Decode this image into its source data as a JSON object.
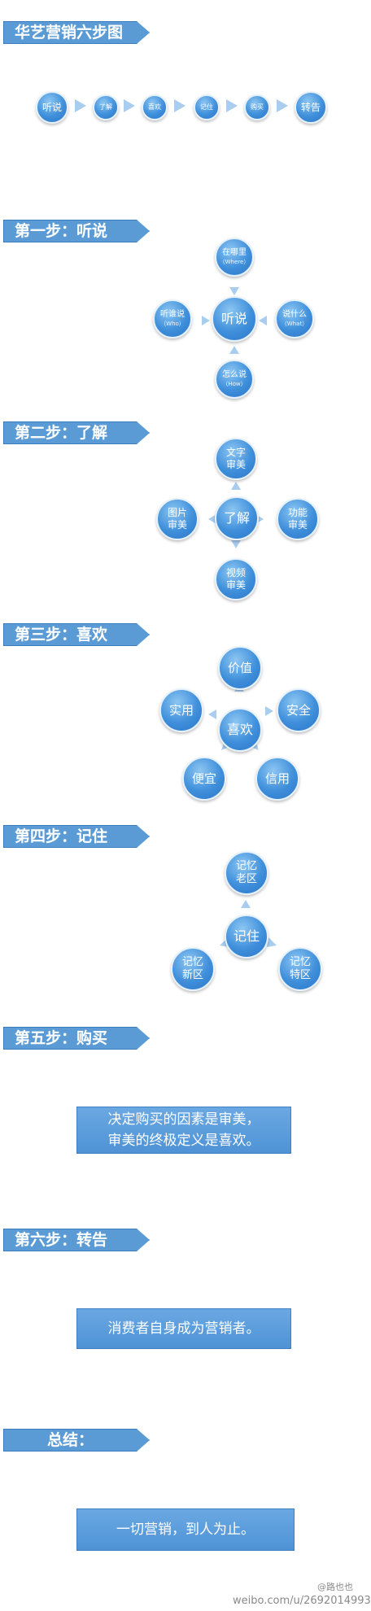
{
  "title": "华艺营销六步图",
  "flow": [
    "听说",
    "了解",
    "喜欢",
    "记住",
    "购买",
    "转告"
  ],
  "step1": {
    "heading": "第一步：听说",
    "center": "听说",
    "top": {
      "line1": "在哪里",
      "line2": "（Where）"
    },
    "left": {
      "line1": "听谁说",
      "line2": "（Who）"
    },
    "right": {
      "line1": "说什么",
      "line2": "（What）"
    },
    "bottom": {
      "line1": "怎么说",
      "line2": "（How）"
    }
  },
  "step2": {
    "heading": "第二步：了解",
    "center": "了解",
    "top": {
      "line1": "文字",
      "line2": "审美"
    },
    "left": {
      "line1": "图片",
      "line2": "审美"
    },
    "right": {
      "line1": "功能",
      "line2": "审美"
    },
    "bottom": {
      "line1": "视频",
      "line2": "审美"
    }
  },
  "step3": {
    "heading": "第三步：喜欢",
    "center": "喜欢",
    "top": "价值",
    "left": "实用",
    "right": "安全",
    "bottom_left": "便宜",
    "bottom_right": "信用"
  },
  "step4": {
    "heading": "第四步：记住",
    "center": "记住",
    "top": {
      "line1": "记忆",
      "line2": "老区"
    },
    "left": {
      "line1": "记忆",
      "line2": "新区"
    },
    "right": {
      "line1": "记忆",
      "line2": "特区"
    }
  },
  "step5": {
    "heading": "第五步：购买",
    "line1": "决定购买的因素是审美，",
    "line2": "审美的终极定义是喜欢。"
  },
  "step6": {
    "heading": "第六步：转告",
    "text": "消费者自身成为营销者。"
  },
  "summary": {
    "heading": "总结：",
    "text": "一切营销，到人为止。"
  },
  "watermark": {
    "handle": "@路也也",
    "url": "weibo.com/u/2692014993"
  },
  "colors": {
    "primary": "#5b9bd5",
    "node": "#3f8fdb",
    "arrow": "#a9cdef"
  }
}
